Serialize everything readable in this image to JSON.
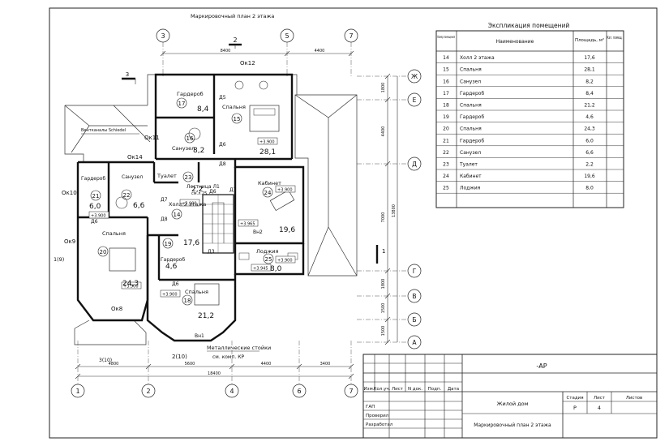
{
  "plan_title": "Маркировочный план 2 этажа",
  "axes_top": [
    "3",
    "5",
    "7"
  ],
  "axes_bottom": [
    "1",
    "2",
    "4",
    "6",
    "7"
  ],
  "axes_right": [
    "Ж",
    "Е",
    "Д",
    "Г",
    "В",
    "Б",
    "А"
  ],
  "dims_top": [
    "8400",
    "4400"
  ],
  "dims_bottom_parts": [
    "4800",
    "5600",
    "4400",
    "3400"
  ],
  "dim_total_bottom": "18400",
  "dims_right": [
    "1800",
    "4400",
    "7000",
    "1800",
    "1500",
    "1500"
  ],
  "dim_right_total": "13800",
  "section_mark_top": "2",
  "section_mark_left": "3",
  "section_mark_right": "1",
  "section_label_bottom": "2(10)",
  "section_label_bottom_left": "3(10)",
  "section_label_left": "1(9)",
  "windows": [
    "Ок12",
    "Ок11",
    "Ок14",
    "Ок10",
    "Ок9",
    "Ок8",
    "Вн1",
    "Вн2"
  ],
  "doors": [
    "Д5",
    "Д6",
    "Д7",
    "Д8",
    "Д6",
    "Д6",
    "Д7",
    "Д8",
    "Д6",
    "Д3"
  ],
  "notes": {
    "ventilation": "Вентканалы Schiedel",
    "stair": "Лестница Л1",
    "stair_ref": "см.л.25",
    "metal_posts": "Металлические стойки",
    "metal_posts_ref": "см. комп. КР"
  },
  "levels": [
    "+3.900",
    "+3.900",
    "+3.900",
    "+3.965",
    "+3.900",
    "+3.945",
    "+3.900",
    "+3.900",
    "+3.900"
  ],
  "rooms": [
    {
      "num": "17",
      "name": "Гардероб",
      "area": "8,4"
    },
    {
      "num": "15",
      "name": "Спальня",
      "area": "28,1"
    },
    {
      "num": "16",
      "name": "Санузел",
      "area": "8,2"
    },
    {
      "num": "23",
      "name": "Туалет",
      "area": "2,2"
    },
    {
      "num": "24",
      "name": "Кабинет",
      "area": "19,6"
    },
    {
      "num": "21",
      "name": "Гардероб",
      "area": "6,0"
    },
    {
      "num": "22",
      "name": "Санузел",
      "area": "6,6"
    },
    {
      "num": "14",
      "name": "Холл 2 этажа",
      "area": "17,6"
    },
    {
      "num": "20",
      "name": "Спальня",
      "area": "24,3"
    },
    {
      "num": "19",
      "name": "Гардероб",
      "area": "4,6"
    },
    {
      "num": "25",
      "name": "Лоджия",
      "area": "8,0"
    },
    {
      "num": "18",
      "name": "Спальня",
      "area": "21,2"
    }
  ],
  "schedule": {
    "title": "Экспликация помещений",
    "headers": [
      "Номер помещения",
      "Наименование",
      "Площадь, м²",
      "Кат. помещ."
    ],
    "rows": [
      [
        "14",
        "Холл 2 этажа",
        "17,6",
        ""
      ],
      [
        "15",
        "Спальня",
        "28,1",
        ""
      ],
      [
        "16",
        "Санузел",
        "8,2",
        ""
      ],
      [
        "17",
        "Гардероб",
        "8,4",
        ""
      ],
      [
        "18",
        "Спальня",
        "21,2",
        ""
      ],
      [
        "19",
        "Гардероб",
        "4,6",
        ""
      ],
      [
        "20",
        "Спальня",
        "24,3",
        ""
      ],
      [
        "21",
        "Гардероб",
        "6,0",
        ""
      ],
      [
        "22",
        "Санузел",
        "6,6",
        ""
      ],
      [
        "23",
        "Туалет",
        "2,2",
        ""
      ],
      [
        "24",
        "Кабинет",
        "19,6",
        ""
      ],
      [
        "25",
        "Лоджия",
        "8,0",
        ""
      ]
    ]
  },
  "title_block": {
    "code": "-АР",
    "col_heads": [
      "Изм.",
      "Кол.уч.",
      "Лист",
      "N док.",
      "Подп.",
      "Дата"
    ],
    "roles": [
      "ГАП",
      "Проверил",
      "Разработал"
    ],
    "project": "Жилой дом",
    "sheet_title": "Маркировочный план 2 этажа",
    "stage_head": "Стадия",
    "sheet_head": "Лист",
    "sheets_head": "Листов",
    "stage": "Р",
    "sheet": "4",
    "sheets": ""
  }
}
